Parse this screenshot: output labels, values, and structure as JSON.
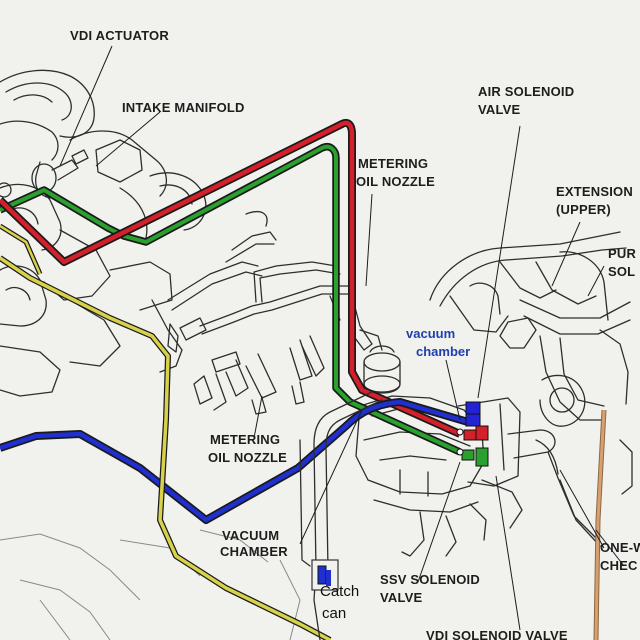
{
  "labels": {
    "vdi_actuator": "VDI ACTUATOR",
    "intake_manifold": "INTAKE MANIFOLD",
    "metering_oil_nozzle_top_1": "METERING",
    "metering_oil_nozzle_top_2": "OIL NOZZLE",
    "air_solenoid_valve_1": "AIR SOLENOID",
    "air_solenoid_valve_2": "VALVE",
    "extension_1": "EXTENSION",
    "extension_2": "(UPPER)",
    "purge_1": "PUR",
    "purge_2": "SOL",
    "vacuum_chamber_blue_1": "vacuum",
    "vacuum_chamber_blue_2": "chamber",
    "metering_oil_nozzle_bottom_1": "METERING",
    "metering_oil_nozzle_bottom_2": "OIL NOZZLE",
    "vacuum_chamber_1": "VACUUM",
    "vacuum_chamber_2": "CHAMBER",
    "catch_can_1": "Catch",
    "catch_can_2": "can",
    "ssv_solenoid_valve_1": "SSV SOLENOID",
    "ssv_solenoid_valve_2": "VALVE",
    "vdi_solenoid_valve": "VDI SOLENOID VALVE",
    "one_way_check_1": "ONE-W",
    "one_way_check_2": "CHEC"
  },
  "hoses": [
    {
      "name": "red",
      "color": "#d4202a"
    },
    {
      "name": "green",
      "color": "#2aa02e"
    },
    {
      "name": "blue",
      "color": "#1f2fd0"
    },
    {
      "name": "yellow",
      "color": "#d8d24a"
    },
    {
      "name": "orange",
      "color": "#d8a070"
    }
  ]
}
